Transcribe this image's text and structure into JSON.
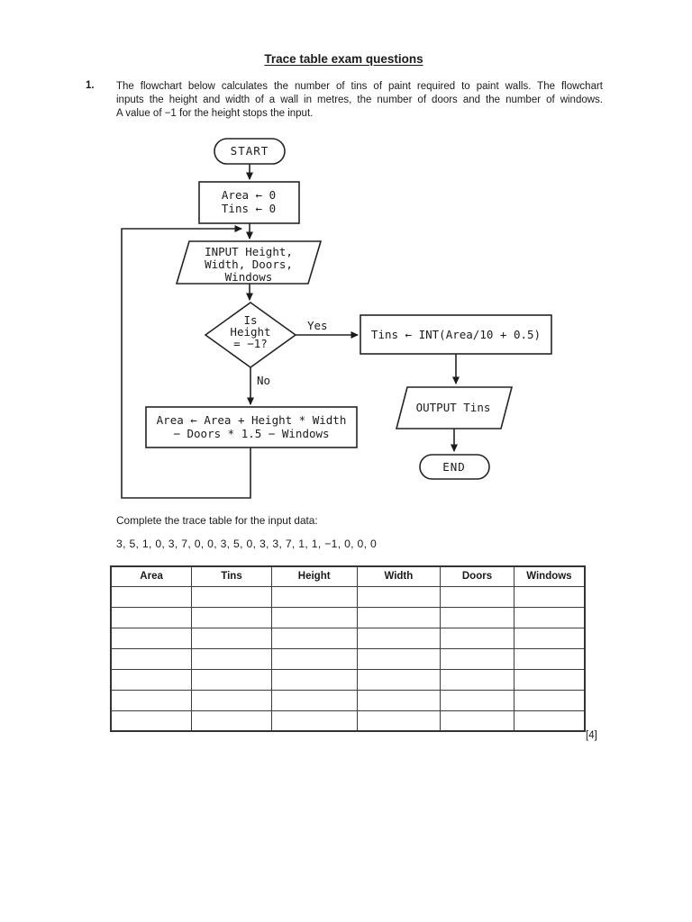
{
  "doc": {
    "title": "Trace table exam questions",
    "question_number": "1.",
    "question_lines": [
      "The flowchart below calculates the number of tins of paint required to paint walls. The flowchart",
      "inputs the height and width of a wall in metres, the number of doors and the number of windows.",
      "A value of −1 for the height stops the input."
    ],
    "trace_instruction": "Complete the trace table for the input data:",
    "input_data": "3, 5, 1, 0, 3, 7, 0, 0, 3, 5, 0, 3, 3, 7, 1, 1, −1, 0, 0, 0",
    "marks": "[4]"
  },
  "flowchart": {
    "start_label": "START",
    "init_lines": [
      "Area ← 0",
      "Tins ← 0"
    ],
    "input_lines": [
      "INPUT Height,",
      "Width, Doors,",
      "Windows"
    ],
    "decision_lines": [
      "Is",
      "Height",
      "= −1?"
    ],
    "yes_label": "Yes",
    "no_label": "No",
    "tins_label": "Tins ← INT(Area/10 + 0.5)",
    "area_lines": [
      "Area ← Area + Height * Width",
      "− Doors * 1.5 − Windows"
    ],
    "output_label": "OUTPUT Tins",
    "end_label": "END"
  },
  "trace_table": {
    "headers": [
      "Area",
      "Tins",
      "Height",
      "Width",
      "Doors",
      "Windows"
    ],
    "empty_row_count": 7,
    "column_count": 6
  },
  "colors": {
    "ink": "#1a1a1a",
    "flowchart_line": "#242424",
    "table_border": "#3d3d3d",
    "page_background": "#ffffff"
  }
}
